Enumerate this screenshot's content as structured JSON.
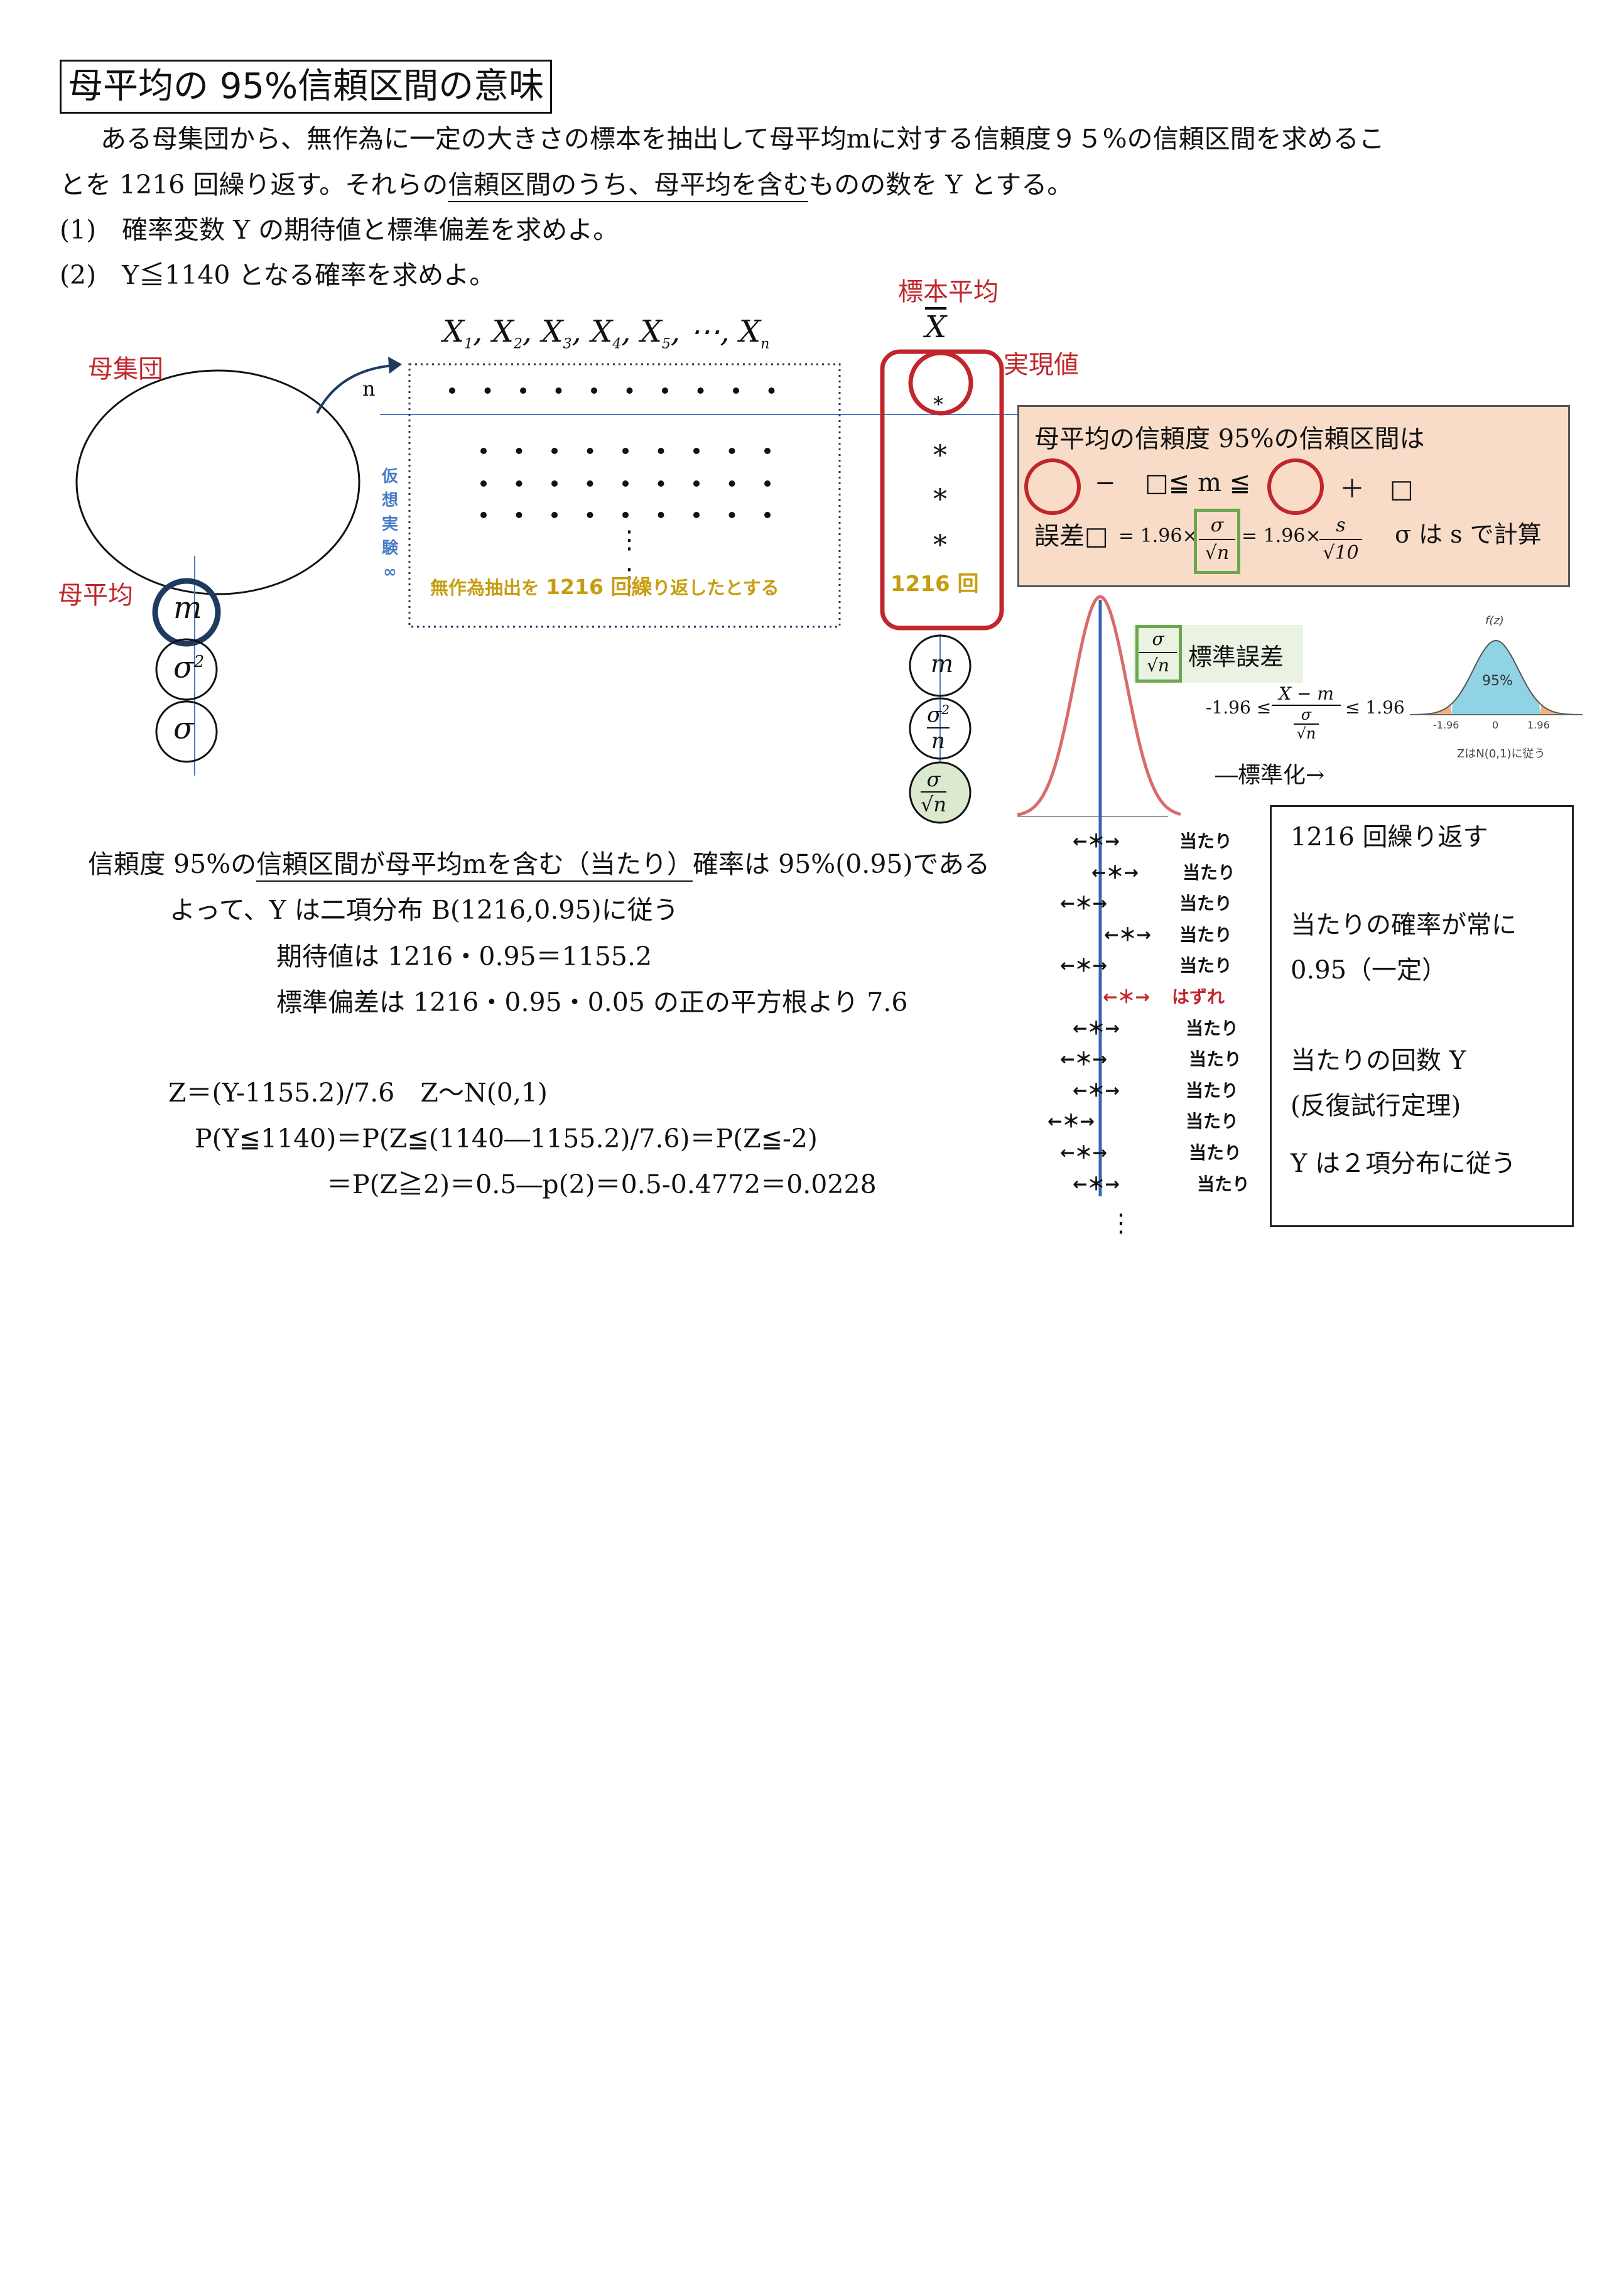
{
  "title": "母平均の 95%信頼区間の意味",
  "problem": {
    "line1": "ある母集団から、無作為に一定の大きさの標本を抽出して母平均mに対する信頼度９５%の信頼区間を求めるこ",
    "line2_pre": "とを 1216 回繰り返す。それらの",
    "line2_ul": "信頼区間のうち、母平均を含む",
    "line2_post": "ものの数を Y とする。",
    "q1": "(1)　確率変数 Y の期待値と標準偏差を求めよ。",
    "q2": "(2)　Y≦1140 となる確率を求めよ。"
  },
  "diagram": {
    "population_label": "母集団",
    "pop_mean_label": "母平均",
    "pop_params": [
      "m",
      "σ",
      "σ"
    ],
    "sigma_sq_exp": "2",
    "n_label": "n",
    "sample_vars": "X",
    "sample_subs": [
      "1",
      "2",
      "3",
      "4",
      "5"
    ],
    "sample_sep": ", ",
    "sample_ellipsis": "⋯",
    "sample_last_sub": "n",
    "virtual_experiment": [
      "仮",
      "想",
      "実",
      "験",
      "∞"
    ],
    "repeat_note_a": "無作為抽出を",
    "repeat_note_b": "1216 回繰",
    "repeat_note_c": "り返したとする",
    "vdots": "⋮",
    "sample_mean_label": "標本平均",
    "xbar": "X",
    "realized_label": "実現値",
    "star": "*",
    "count_1216": "1216 回",
    "dist_params": [
      "m",
      "σ",
      "n",
      "σ",
      "n"
    ],
    "dist_sq": "2"
  },
  "ci_box": {
    "heading": "母平均の信頼度 95%の信頼区間は",
    "minus": "−",
    "ineq": "□≦ m ≦",
    "plus": "＋　□",
    "error_label": "誤差□",
    "eq1": "= 1.96×",
    "eq2": "= 1.96×",
    "sigma": "σ",
    "sqrt_n": "√n",
    "s": "s",
    "sqrt_10": "√10",
    "note": "σ は s で計算"
  },
  "std_error": {
    "label": "標準誤差",
    "std_ineq_left": "-1.96 ≤",
    "std_ineq_right": "≤ 1.96",
    "frac_num": "X − m",
    "frac_den_top": "σ",
    "frac_den_bot": "√n",
    "standardize": "―標準化→"
  },
  "normal_mini": {
    "fz": "f(z)",
    "pct": "95%",
    "ticks": [
      "-1.96",
      "0",
      "1.96"
    ],
    "caption": "ZはN(0,1)に従う"
  },
  "hits": [
    {
      "arrow": "←＊→",
      "label": "当たり"
    },
    {
      "arrow": "←＊→",
      "label": "当たり"
    },
    {
      "arrow": "←＊→",
      "label": "当たり"
    },
    {
      "arrow": "←＊→",
      "label": "当たり"
    },
    {
      "arrow": "←＊→",
      "label": "当たり"
    },
    {
      "arrow": "←＊→",
      "label": "はずれ"
    },
    {
      "arrow": "←＊→",
      "label": "当たり"
    },
    {
      "arrow": "←＊→",
      "label": "当たり"
    },
    {
      "arrow": "←＊→",
      "label": "当たり"
    },
    {
      "arrow": "←＊→",
      "label": "当たり"
    },
    {
      "arrow": "←＊→",
      "label": "当たり"
    },
    {
      "arrow": "←＊→",
      "label": "当たり"
    }
  ],
  "hits_vdots": "⋮",
  "side_box": {
    "l1": "1216 回繰り返す",
    "l2": "当たりの確率が常に",
    "l3": "0.95（一定）",
    "l4": "当たりの回数 Y",
    "l5": "(反復試行定理)",
    "l6": "Y は２項分布に従う"
  },
  "solution": {
    "s1_pre": "信頼度 95%の",
    "s1_ul": "信頼区間が母平均mを含む（当たり）",
    "s1_post": "確率は 95%(0.95)である",
    "s2": "よって、Y は二項分布 B(1216,0.95)に従う",
    "s3": "期待値は 1216・0.95＝1155.2",
    "s4": "標準偏差は 1216・0.95・0.05 の正の平方根より 7.6",
    "s5": "Z＝(Y-1155.2)/7.6　Z〜N(0,1)",
    "s6": "P(Y≦1140)＝P(Z≦(1140―1155.2)/7.6)＝P(Z≦-2)",
    "s7": "＝P(Z≧2)＝0.5―p(2)＝0.5-0.4772＝0.0228"
  },
  "colors": {
    "red": "#c0262b",
    "gold": "#c79d10",
    "blue": "#4a7cc8",
    "green": "#6aa84f",
    "peach": "#f8dcc8",
    "navy": "#1f3a5f"
  }
}
